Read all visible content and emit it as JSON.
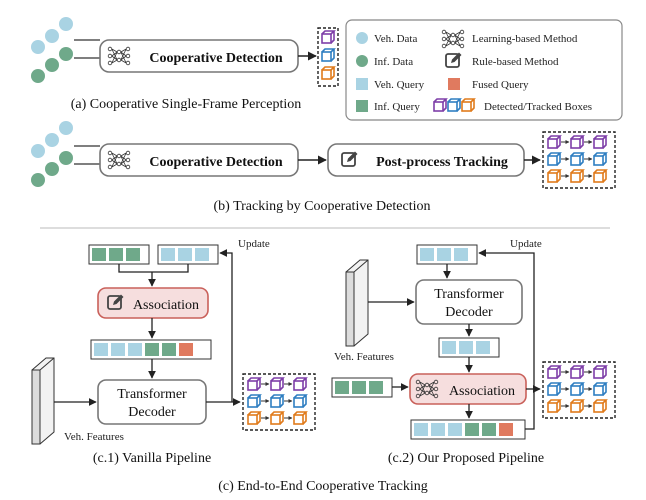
{
  "colors": {
    "veh": "#a9d3e3",
    "inf": "#6fa98a",
    "fused": "#e07a5f",
    "assoc_fill": "#f6dede",
    "assoc_stroke": "#c9605a",
    "box_purple": "#7e3fa8",
    "box_blue": "#2f7ec1",
    "box_orange": "#e07b1c"
  },
  "legend": {
    "veh_data": "Veh. Data",
    "inf_data": "Inf. Data",
    "veh_query": "Veh. Query",
    "inf_query": "Inf. Query",
    "learning": "Learning-based Method",
    "rule": "Rule-based Method",
    "fused_query": "Fused Query",
    "boxes": "Detected/Tracked Boxes"
  },
  "panel_a": {
    "block": "Cooperative Detection",
    "caption": "(a) Cooperative Single-Frame Perception"
  },
  "panel_b": {
    "detect_block": "Cooperative Detection",
    "track_block": "Post-process Tracking",
    "caption": "(b) Tracking by Cooperative Detection"
  },
  "panel_c1": {
    "update": "Update",
    "association": "Association",
    "decoder_line1": "Transformer",
    "decoder_line2": "Decoder",
    "features": "Veh. Features",
    "caption": "(c.1) Vanilla Pipeline"
  },
  "panel_c2": {
    "update": "Update",
    "association": "Association",
    "decoder_line1": "Transformer",
    "decoder_line2": "Decoder",
    "features": "Veh. Features",
    "caption": "(c.2) Our Proposed Pipeline"
  },
  "panel_c": {
    "caption": "(c) End-to-End Cooperative Tracking"
  }
}
